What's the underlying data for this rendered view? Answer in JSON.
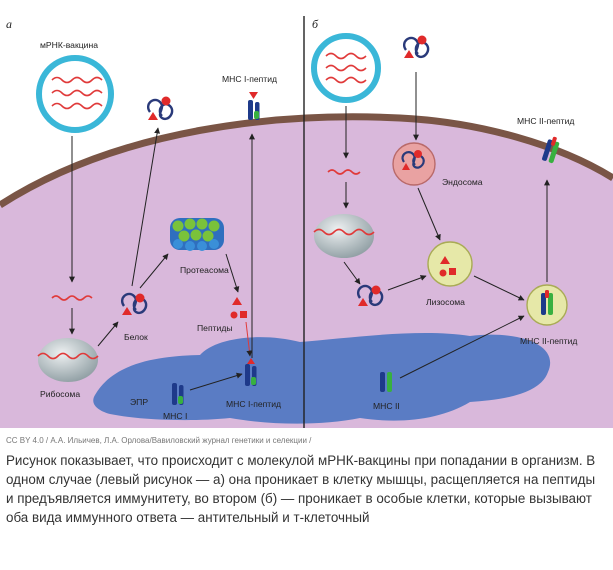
{
  "figure": {
    "panel_a_letter": "а",
    "panel_b_letter": "б",
    "panel_a": {
      "vaccine_label": "мРНК-вакцина",
      "mhc1_peptide_top": "МНС I-пептид",
      "proteasome": "Протеасома",
      "protein": "Белок",
      "peptides": "Пептиды",
      "ribosome": "Рибосома",
      "er": "ЭПР",
      "mhc1": "МНС I",
      "mhc1_peptide_er": "МНС I-пептид"
    },
    "panel_b": {
      "mhc2_peptide_top": "МНС II-пептид",
      "endosome": "Эндосома",
      "lysosome": "Лизосома",
      "mhc2_peptide": "МНС II-пептид",
      "mhc2": "МНС II"
    },
    "colors": {
      "cytoplasm": "#d9b8db",
      "membrane": "#7a5546",
      "er": "#5a7cc4",
      "mrna": "#e03a3a",
      "vaccine_ring": "#3ab7d8",
      "lysosome": "#e6e8a8",
      "endosome": "#e9a2a2"
    }
  },
  "credit": "CC BY 4.0 / А.А. Ильичев, Л.А. Орлова/Вавиловский журнал генетики и селекции /",
  "caption": "Рисунок показывает, что происходит с молекулой мРНК-вакцины при попадании в организм. В одном случае (левый рисунок — а) она проникает в клетку мышцы, расщепляется на пептиды и предъявляется иммунитету, во втором (б) — проникает в особые клетки, которые вызывают оба вида иммунного ответа — антительный и т-клеточный"
}
